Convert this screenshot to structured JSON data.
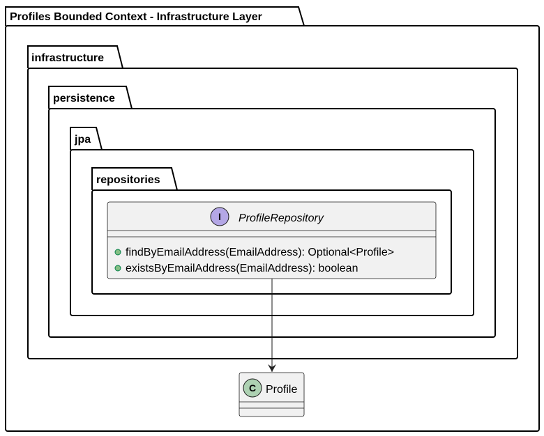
{
  "packages": {
    "root": "Profiles Bounded Context - Infrastructure Layer",
    "infrastructure": "infrastructure",
    "persistence": "persistence",
    "jpa": "jpa",
    "repositories": "repositories"
  },
  "interface": {
    "stereotype_letter": "I",
    "name": "ProfileRepository",
    "methods": [
      "findByEmailAddress(EmailAddress): Optional<Profile>",
      "existsByEmailAddress(EmailAddress): boolean"
    ]
  },
  "class": {
    "stereotype_letter": "C",
    "name": "Profile"
  },
  "colors": {
    "interface_circle": "#B4A7E5",
    "class_circle": "#ADD1B2",
    "box_fill": "#F1F1F1",
    "method_dot": "#84BE84"
  }
}
